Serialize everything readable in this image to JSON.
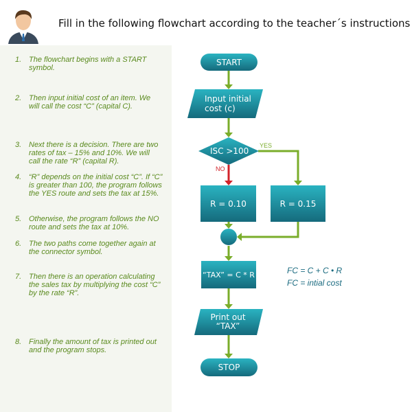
{
  "title": "Fill in the following flowchart according to the teacher´s instructions",
  "steps": [
    {
      "num": "1.",
      "text": "The flowchart begins with a START symbol."
    },
    {
      "num": "2.",
      "text": "Then input initial cost of an item. We will call the cost “C” (capital C)."
    },
    {
      "num": "3.",
      "text": "Next there is a decision. There are two rates of tax – 15% and 10%. We will call the rate “R” (capital R)."
    },
    {
      "num": "4.",
      "text": "“R” depends on the initial cost “C”. If “C” is greater than 100, the program follows the YES route and sets the tax at 15%."
    },
    {
      "num": "5.",
      "text": "Otherwise, the program follows the NO route and sets the tax at 10%."
    },
    {
      "num": "6.",
      "text": "The two paths come together again at the connector symbol."
    },
    {
      "num": "7.",
      "text": "Then there is an operation calculating the sales tax by multiplying the cost “C” by the rate “R”."
    },
    {
      "num": "8.",
      "text": "Finally the amount of tax is printed out and the program stops."
    }
  ],
  "flow": {
    "start": "START",
    "input": "Input initial cost (c)",
    "decision": "ISC >100",
    "yes": "YES",
    "no": "NO",
    "r_no": "R = 0.10",
    "r_yes": "R = 0.15",
    "tax": "“TAX” = C * R",
    "print": "Print out “TAX”",
    "stop": "STOP"
  },
  "formula": {
    "line1": "FC = C + C • R",
    "line2": "FC = intial cost"
  },
  "colors": {
    "green": "#7aad2a",
    "red": "#d2232a",
    "teal": "#1e8a9c",
    "text_green": "#5a8a1e"
  }
}
